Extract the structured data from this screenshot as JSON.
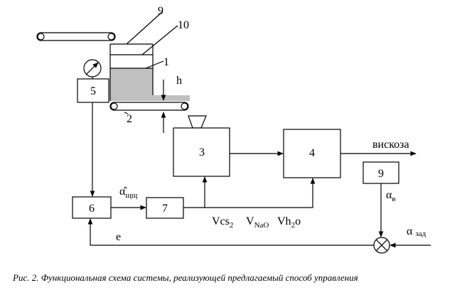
{
  "blocks": {
    "b3": "3",
    "b4": "4",
    "b5": "5",
    "b6": "6",
    "b7": "7",
    "b9": "9"
  },
  "labels": {
    "n9": "9",
    "n10": "10",
    "n1": "1",
    "n2": "2",
    "h": "h",
    "e": "e",
    "viscose": "вискоза",
    "alpha_hat": "α̂",
    "alpha_hat_sub": "щщ",
    "alpha_v": "α",
    "alpha_v_sub": "в",
    "alpha_zad": "α",
    "alpha_zad_sub": "зад",
    "v_cs2": "Vcs",
    "v_cs2_sub": "2",
    "v_naoh": "V",
    "v_naoh_sub": "NaO",
    "v_h2o": "Vh",
    "v_h2o_sub": "2",
    "v_h2o_end": "o"
  },
  "caption": "Рис. 2. Функциональная схема системы, реализующей предлагаемый способ управления"
}
